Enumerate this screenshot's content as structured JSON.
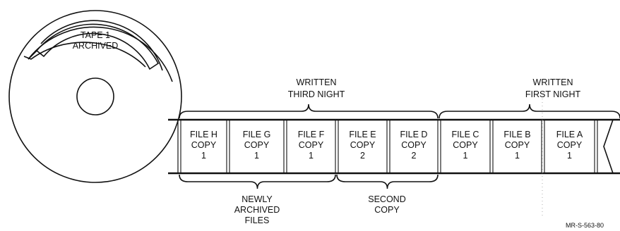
{
  "reel_label": [
    "TAPE 1",
    "ARCHIVED"
  ],
  "files": [
    {
      "lines": [
        "FILE H",
        "COPY",
        "1"
      ]
    },
    {
      "lines": [
        "FILE G",
        "COPY",
        "1"
      ]
    },
    {
      "lines": [
        "FILE F",
        "COPY",
        "1"
      ]
    },
    {
      "lines": [
        "FILE E",
        "COPY",
        "2"
      ]
    },
    {
      "lines": [
        "FILE D",
        "COPY",
        "2"
      ]
    },
    {
      "lines": [
        "FILE C",
        "COPY",
        "1"
      ]
    },
    {
      "lines": [
        "FILE B",
        "COPY",
        "1"
      ]
    },
    {
      "lines": [
        "FILE A",
        "COPY",
        "1"
      ]
    }
  ],
  "top_groups": [
    {
      "lines": [
        "WRITTEN",
        "THIRD NIGHT"
      ]
    },
    {
      "lines": [
        "WRITTEN",
        "FIRST NIGHT"
      ]
    }
  ],
  "bottom_groups": [
    {
      "lines": [
        "NEWLY",
        "ARCHIVED",
        "FILES"
      ]
    },
    {
      "lines": [
        "SECOND",
        "COPY"
      ]
    }
  ],
  "figure_ref": "MR-S-563-80"
}
